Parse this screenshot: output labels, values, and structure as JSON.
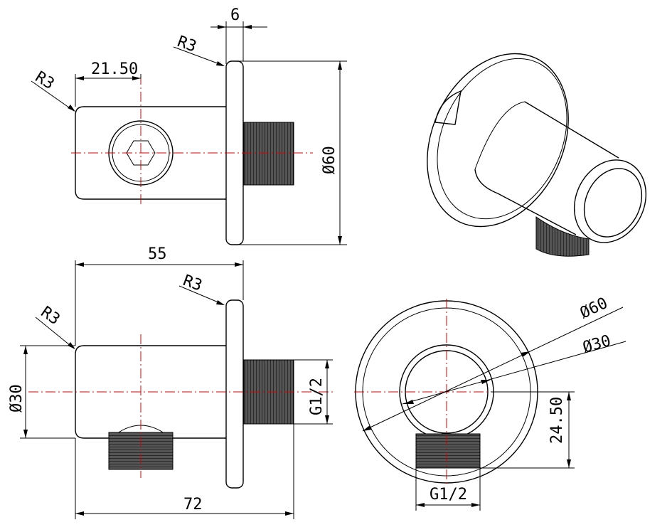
{
  "dimensions": {
    "top_width": "6",
    "top_radius_flange": "R3",
    "top_radius_body": "R3",
    "top_hole_offset": "21.50",
    "top_flange_dia": "Ø60",
    "side_length": "55",
    "side_radius_flange": "R3",
    "side_radius_body": "R3",
    "side_body_dia": "Ø30",
    "side_thread": "G1/2",
    "side_total_length": "72",
    "front_outer_dia": "Ø60",
    "front_inner_dia": "Ø30",
    "front_offset": "24.50",
    "front_thread": "G1/2"
  }
}
